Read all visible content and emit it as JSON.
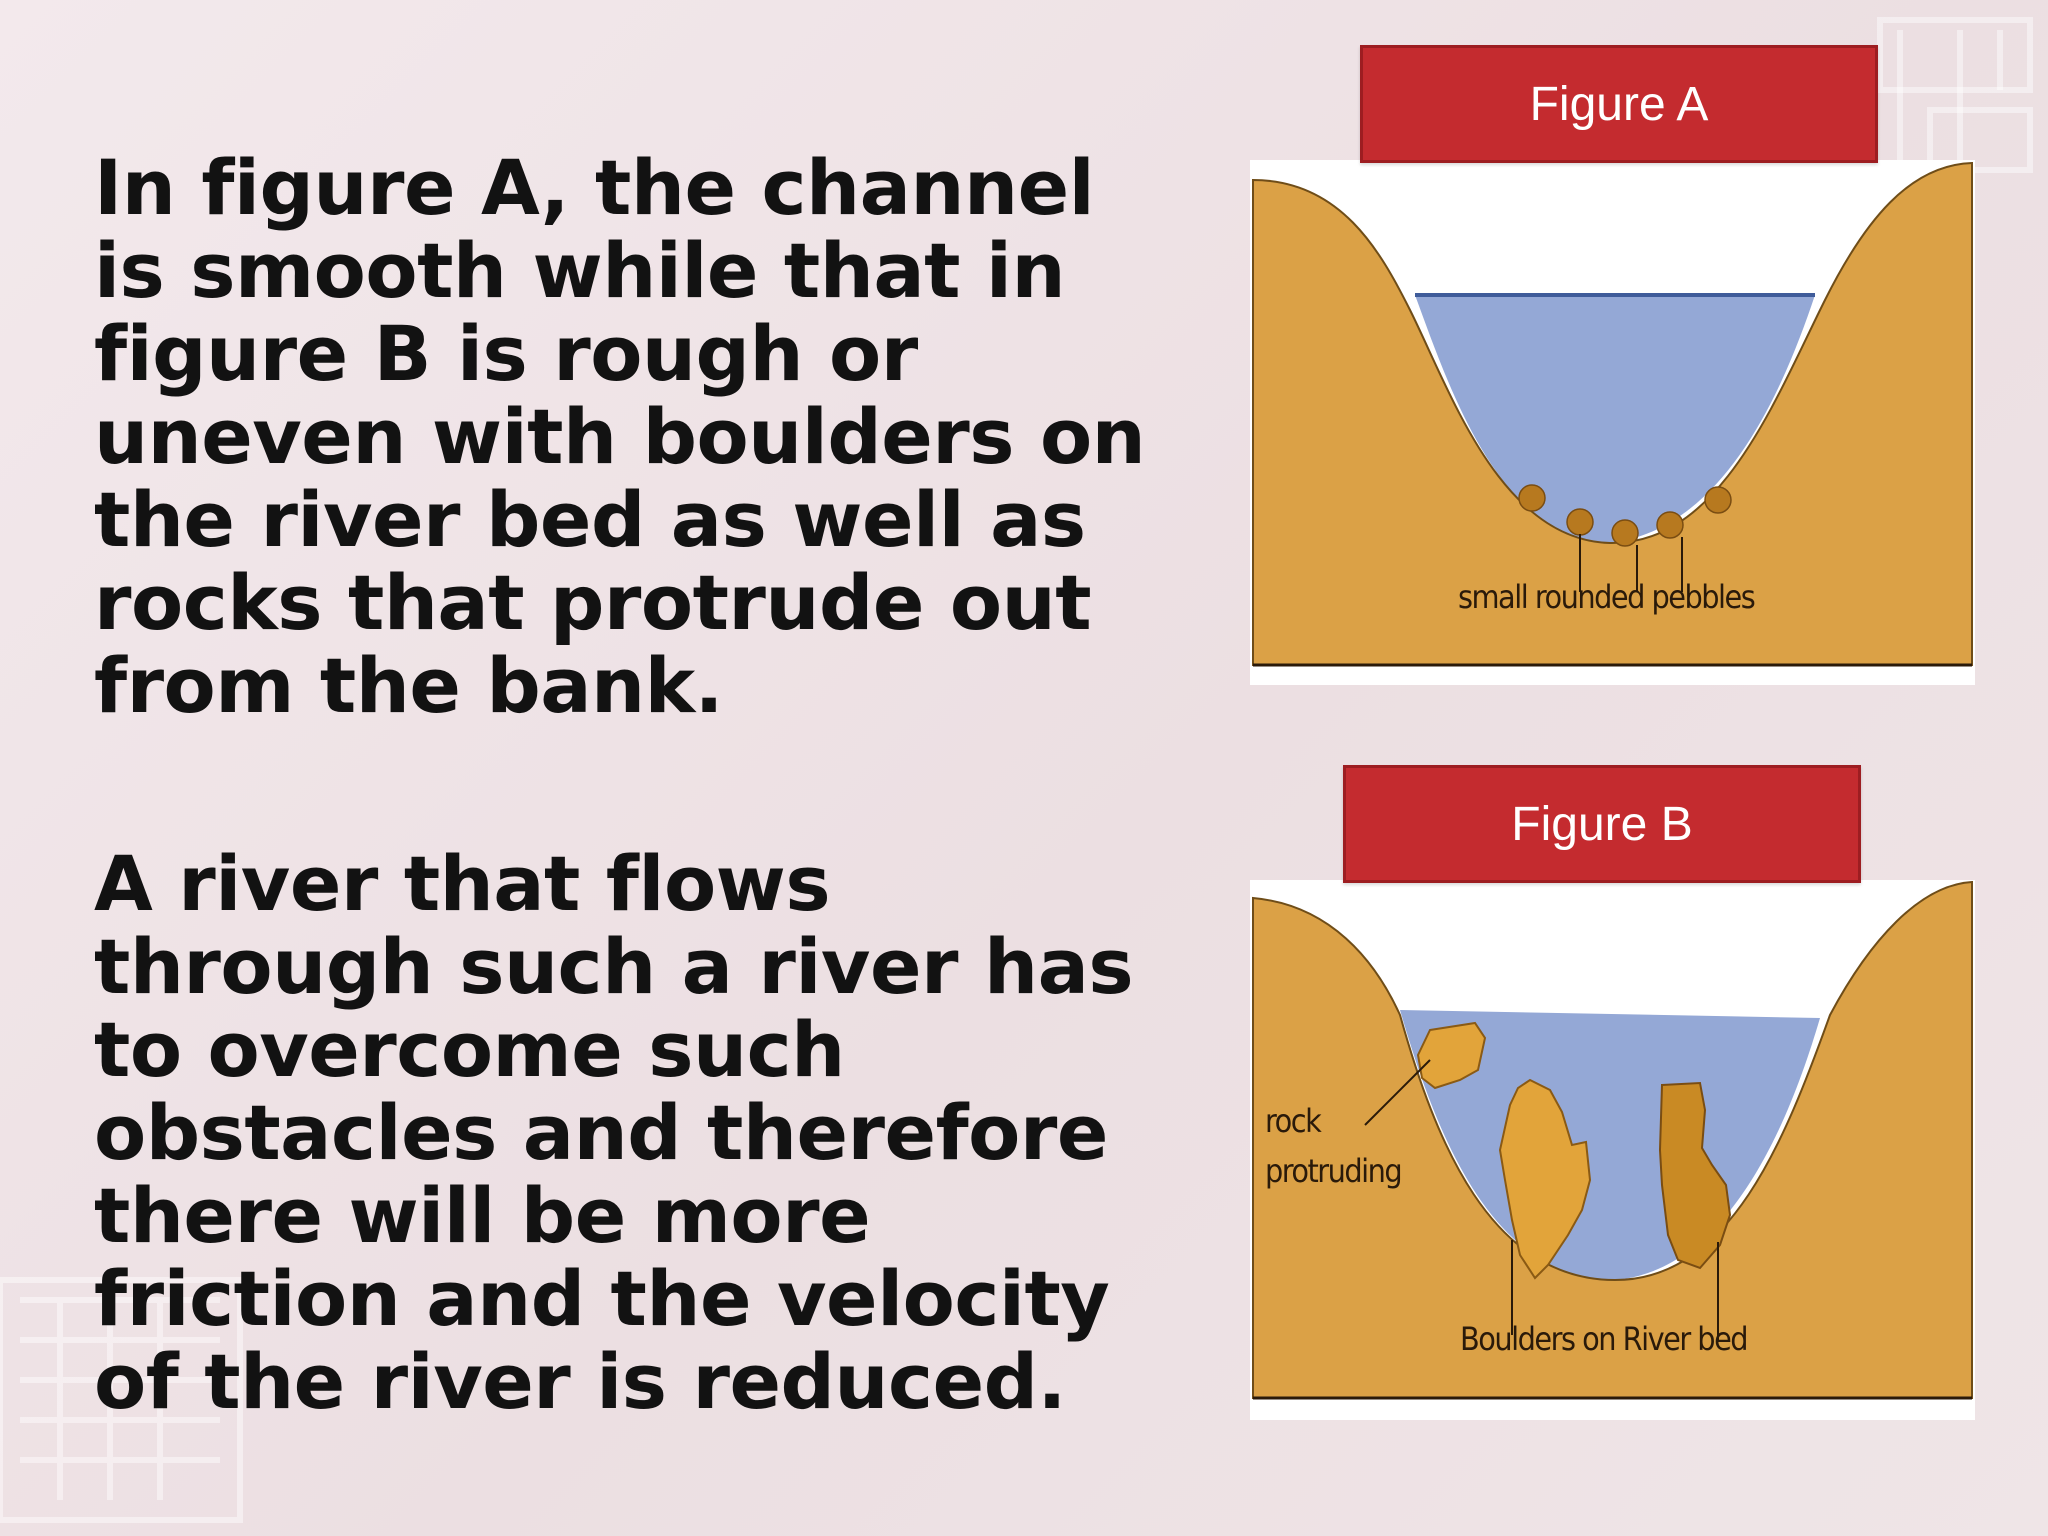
{
  "paragraphs": [
    {
      "lines": [
        "In figure A, the channel",
        "is smooth while that in",
        "figure B is rough or",
        "uneven with boulders on",
        "the river bed as well as",
        "rocks that protrude out",
        "from the bank."
      ]
    },
    {
      "lines": [
        "A river that flows",
        "through such a river has",
        "to overcome such",
        "obstacles and therefore",
        "there will be more",
        "friction and the velocity",
        "of the river is reduced."
      ]
    }
  ],
  "figure_a": {
    "title": "Figure A",
    "annotation": "small rounded pebbles"
  },
  "figure_b": {
    "title": "Figure B",
    "annotation_rock_line1": "rock",
    "annotation_rock_line2": "protruding",
    "annotation_boulders": "Boulders on River bed"
  },
  "colors": {
    "bank": "#dba146",
    "water": "#94a8d6",
    "label_bg": "#c42b2f",
    "pebble": "#b7791f"
  }
}
